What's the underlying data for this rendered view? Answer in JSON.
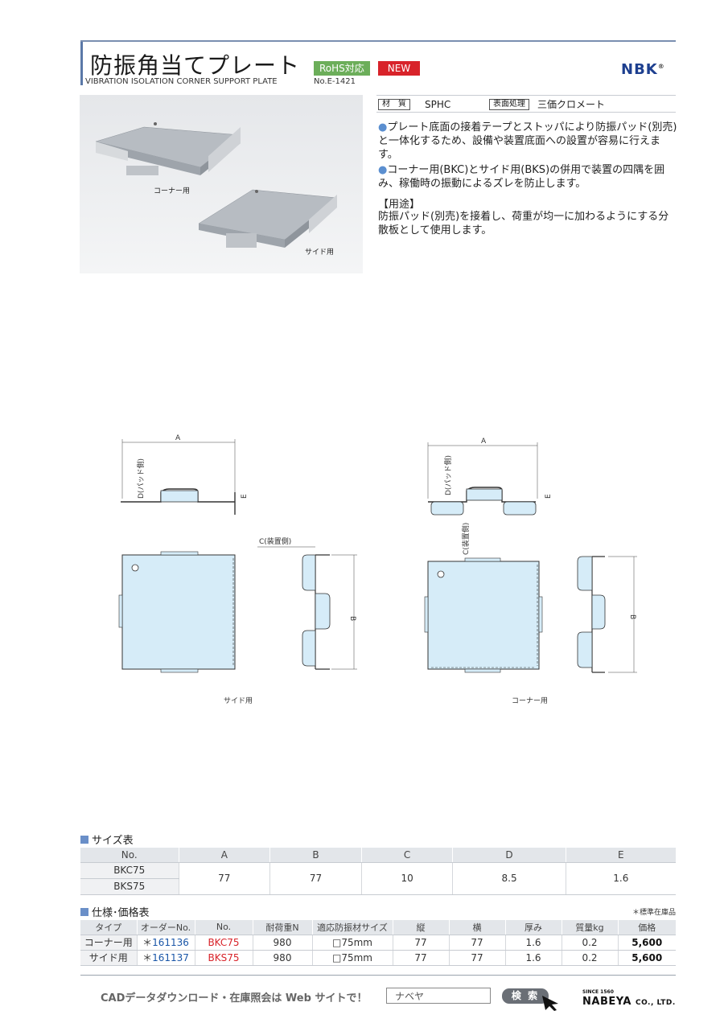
{
  "header": {
    "title_jp": "防振角当てプレート",
    "badge_rohs": "RoHS対応",
    "badge_new": "NEW",
    "title_en": "VIBRATION ISOLATION CORNER SUPPORT PLATE",
    "catalog_no": "No.E-1421",
    "brand": "NBK",
    "brand_mark": "®"
  },
  "photo": {
    "label_corner": "コーナー用",
    "label_side": "サイド用"
  },
  "spec": {
    "material_key": "材　質",
    "material_value": "SPHC",
    "finish_key": "表面処理",
    "finish_value": "三価クロメート"
  },
  "features": [
    "プレート底面の接着テープとストッパにより防振パッド(別売)と一体化するため、設備や装置底面への設置が容易に行えます。",
    "コーナー用(BKC)とサイド用(BKS)の併用で装置の四隅を囲み、稼働時の振動によるズレを防止します。"
  ],
  "feature_bullet": "●",
  "usage": {
    "title": "【用途】",
    "text": "防振パッド(別売)を接着し、荷重が均一に加わるようにする分散板として使用します。"
  },
  "drawing": {
    "dim_a": "A",
    "dim_b": "B",
    "dim_c": "C(装置側)",
    "dim_d": "D(パッド側)",
    "dim_e": "E",
    "label_side": "サイド用",
    "label_corner": "コーナー用"
  },
  "size_table": {
    "title": "サイズ表",
    "headers": [
      "No.",
      "A",
      "B",
      "C",
      "D",
      "E"
    ],
    "models": [
      "BKC75",
      "BKS75"
    ],
    "values": [
      "77",
      "77",
      "10",
      "8.5",
      "1.6"
    ]
  },
  "price_table": {
    "title": "仕様･価格表",
    "note": "＊標準在庫品",
    "headers": [
      "タイプ",
      "オーダーNo.",
      "No.",
      "耐荷重N",
      "適応防振材サイズ",
      "縦",
      "横",
      "厚み",
      "質量kg",
      "価格"
    ],
    "rows": [
      {
        "type": "コーナー用",
        "star": "＊",
        "order": "161136",
        "no": "BKC75",
        "load": "980",
        "size": "□75mm",
        "h": "77",
        "w": "77",
        "t": "1.6",
        "mass": "0.2",
        "price": "5,600"
      },
      {
        "type": "サイド用",
        "star": "＊",
        "order": "161137",
        "no": "BKS75",
        "load": "980",
        "size": "□75mm",
        "h": "77",
        "w": "77",
        "t": "1.6",
        "mass": "0.2",
        "price": "5,600"
      }
    ]
  },
  "footer": {
    "cad_text": "CADデータダウンロード・在庫照会は Web サイトで！",
    "search_value": "ナベヤ",
    "search_button": "検 索",
    "maker_since": "SINCE 1560",
    "maker_name": "NABEYA",
    "maker_suffix": "CO., LTD."
  },
  "colors": {
    "accent_blue": "#5b79a8",
    "rohs_green": "#6cae5a",
    "new_red": "#d8232a",
    "plate_fill": "#d6ecf8"
  }
}
